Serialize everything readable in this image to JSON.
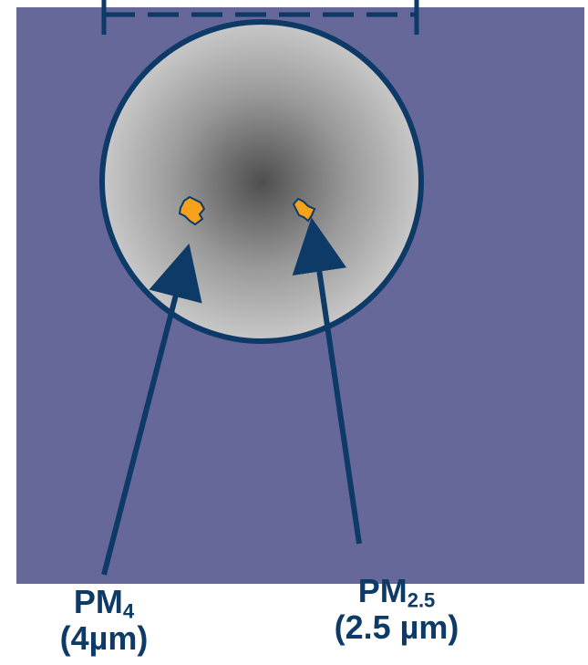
{
  "colors": {
    "background_panel": "#67689a",
    "outline": "#0d3a66",
    "particle_fill": "#f7a21c",
    "sphere_center": "#4f4f4f",
    "sphere_edge": "#c6c6c6",
    "label_text": "#0d3a66"
  },
  "labels": {
    "pm4": {
      "base": "PM",
      "subscript": "4",
      "size": "(4µm)"
    },
    "pm25": {
      "base": "PM",
      "subscript": "2.5",
      "size": "(2.5 µm)"
    }
  }
}
